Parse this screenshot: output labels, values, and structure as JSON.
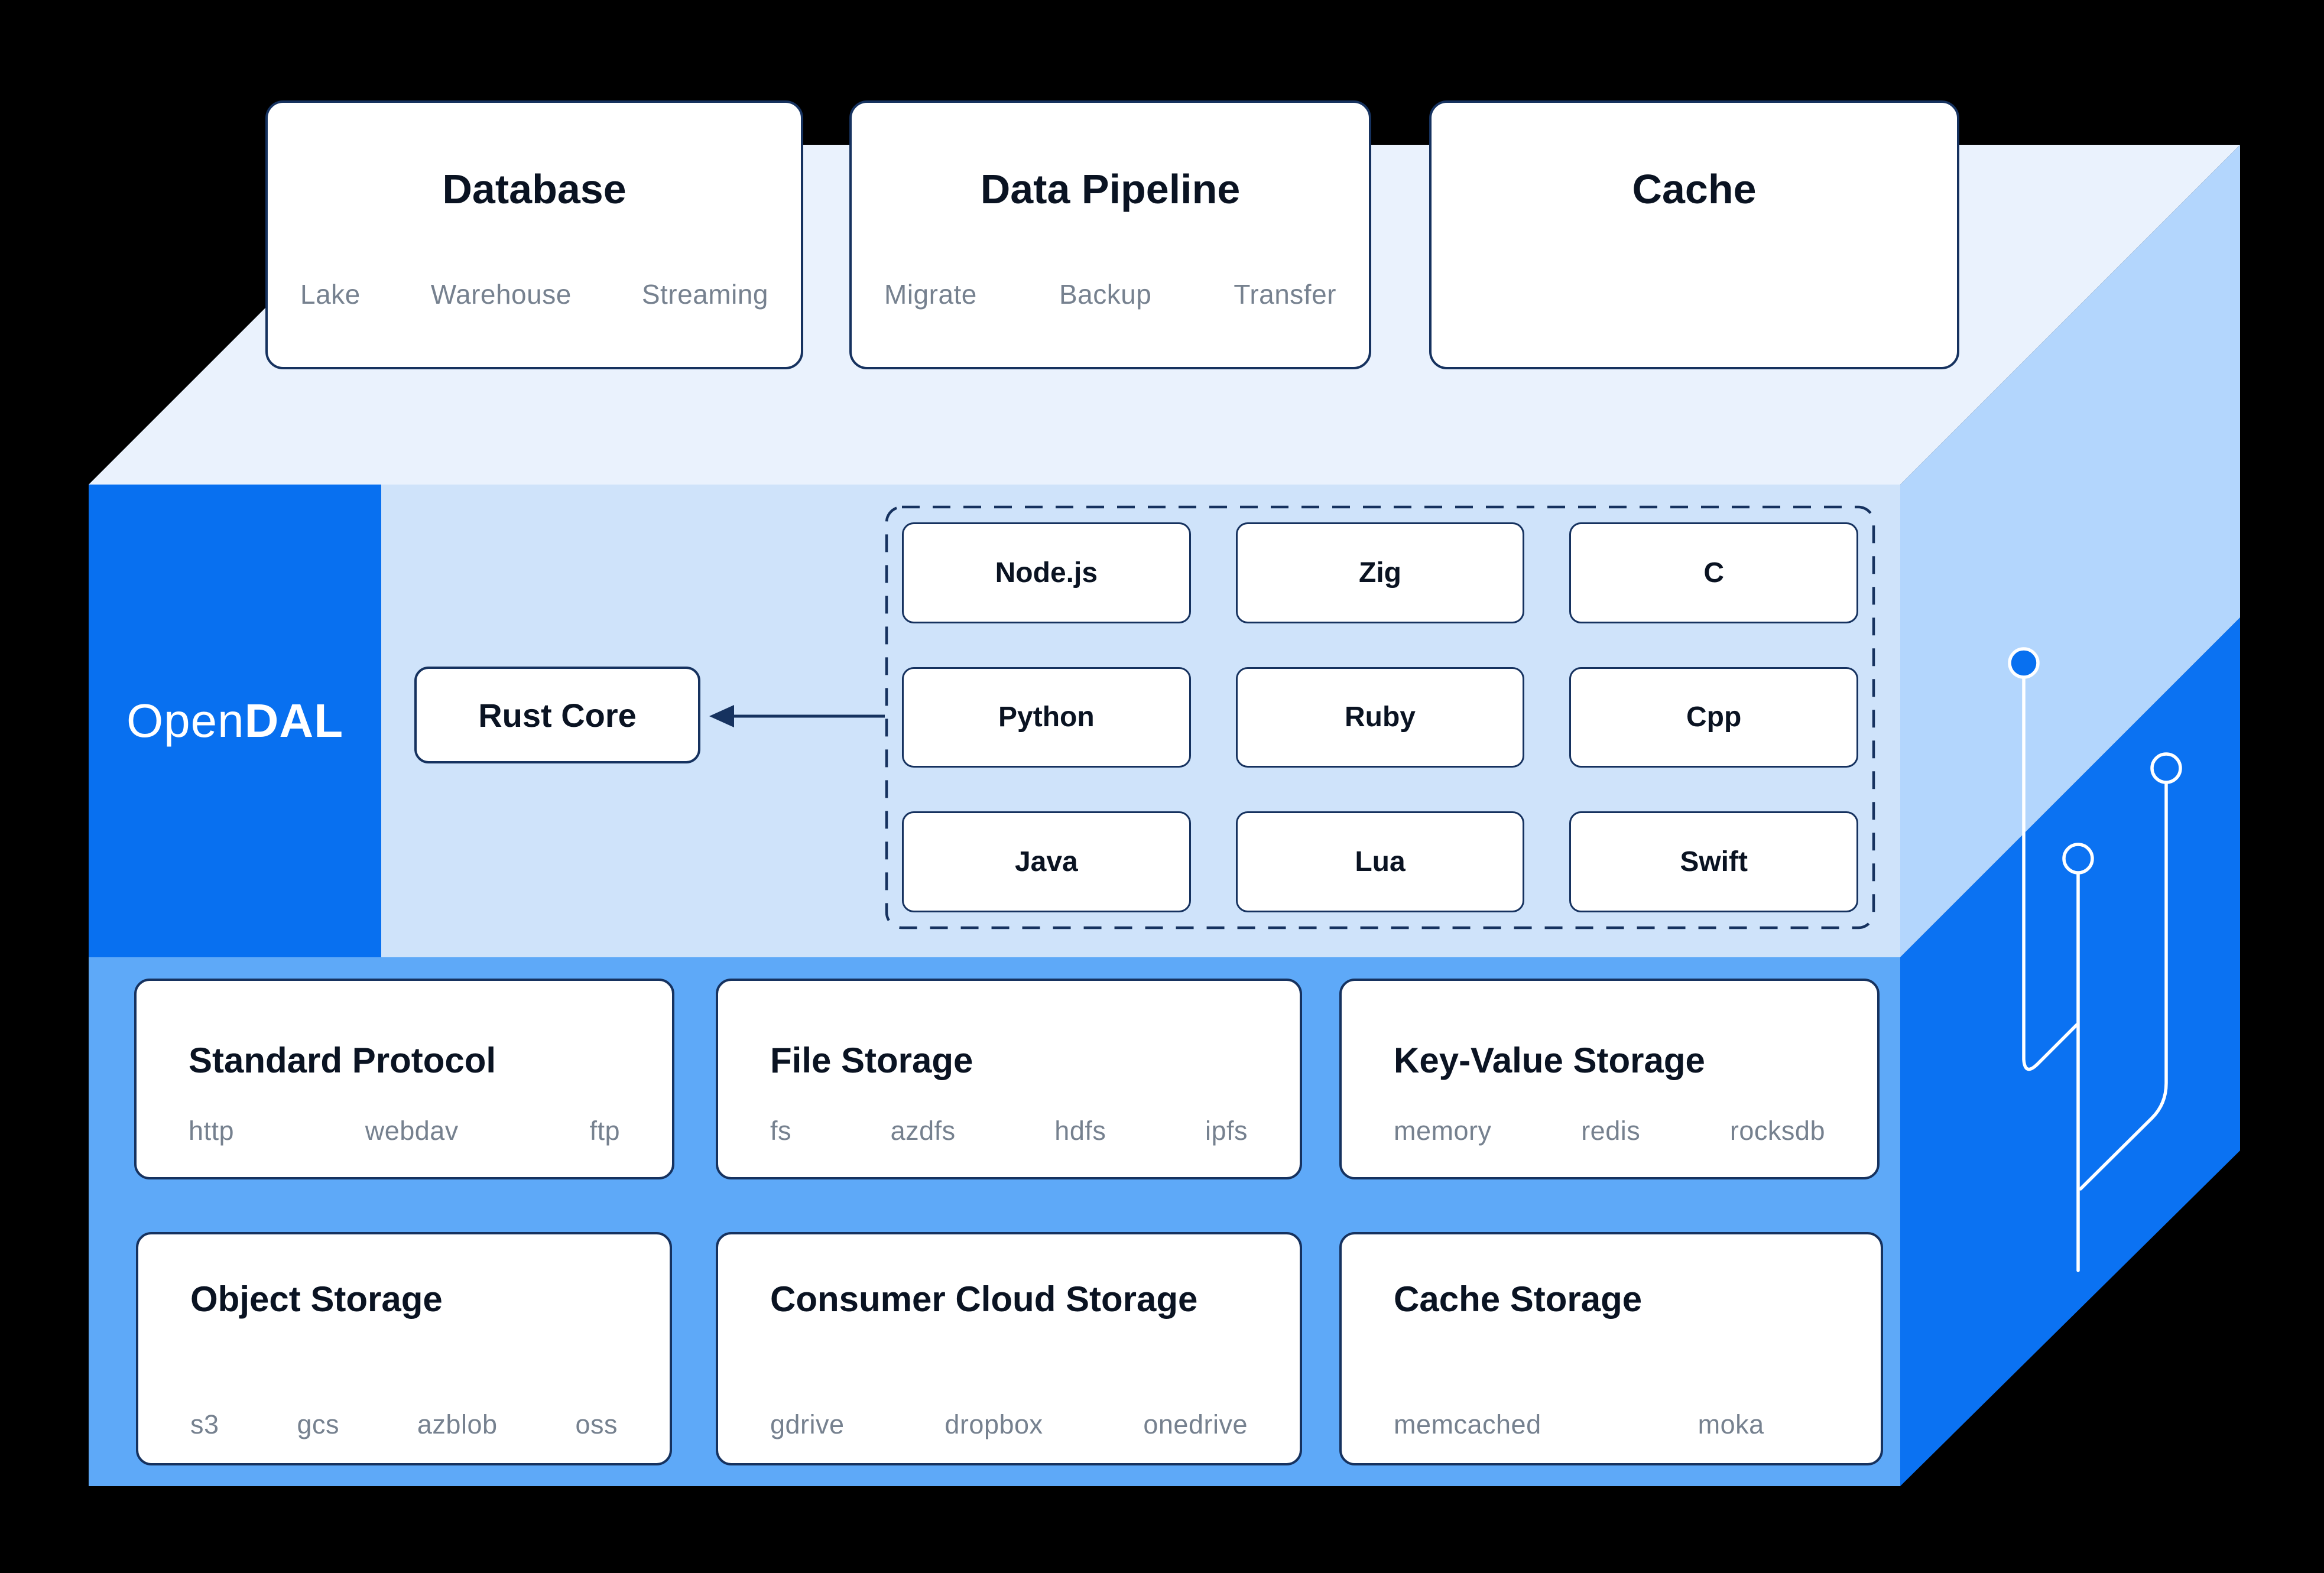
{
  "diagram": {
    "brand": {
      "logo_open": "Open",
      "logo_dal": "DAL"
    },
    "top_cards": [
      {
        "title": "Database",
        "items": [
          "Lake",
          "Warehouse",
          "Streaming"
        ]
      },
      {
        "title": "Data Pipeline",
        "items": [
          "Migrate",
          "Backup",
          "Transfer"
        ]
      },
      {
        "title": "Cache",
        "items": []
      }
    ],
    "core": {
      "label": "Rust Core"
    },
    "bindings": [
      "Node.js",
      "Zig",
      "C",
      "Python",
      "Ruby",
      "Cpp",
      "Java",
      "Lua",
      "Swift"
    ],
    "storage_cards": [
      {
        "title": "Standard Protocol",
        "items": [
          "http",
          "webdav",
          "ftp"
        ]
      },
      {
        "title": "File Storage",
        "items": [
          "fs",
          "azdfs",
          "hdfs",
          "ipfs"
        ]
      },
      {
        "title": "Key-Value Storage",
        "items": [
          "memory",
          "redis",
          "rocksdb"
        ]
      },
      {
        "title": "Object Storage",
        "items": [
          "s3",
          "gcs",
          "azblob",
          "oss"
        ]
      },
      {
        "title": "Consumer Cloud Storage",
        "items": [
          "gdrive",
          "dropbox",
          "onedrive"
        ]
      },
      {
        "title": "Cache Storage",
        "items": [
          "memcached",
          "moka"
        ]
      }
    ],
    "colors": {
      "royal": "#0870f0",
      "face-top": "#eaf2fd",
      "face-mid": "#cfe3fa",
      "face-bottom": "#5ea9f8",
      "face-right-upper": "#b3d6fd",
      "face-right-lower": "#0b72f2",
      "navy": "#16325f",
      "ink": "#0a1322",
      "muted": "#76818f",
      "card-bg": "#ffffff",
      "line": "#ffffff"
    }
  }
}
